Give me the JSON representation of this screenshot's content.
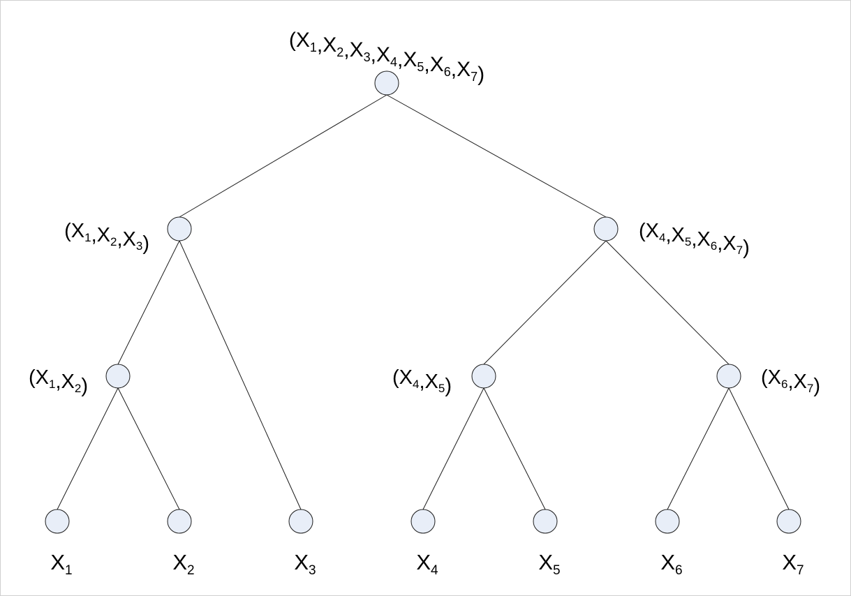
{
  "diagram": {
    "colors": {
      "node_fill": "#e8eef8",
      "edge": "#1a1a1a",
      "text": "#000000",
      "frame": "#cfcfcf"
    },
    "nodes": [
      {
        "id": "root",
        "label": [
          [
            "(",
            ""
          ],
          [
            "X",
            "1"
          ],
          [
            ",X",
            "2"
          ],
          [
            ",X",
            "3"
          ],
          [
            ",X",
            "4"
          ],
          [
            ",X",
            "5"
          ],
          [
            ",X",
            "6"
          ],
          [
            ",X",
            "7"
          ],
          [
            ")",
            ""
          ]
        ]
      },
      {
        "id": "n123",
        "label": [
          [
            "(X",
            "1"
          ],
          [
            ",X",
            "2"
          ],
          [
            ",X",
            "3"
          ],
          [
            ")",
            ""
          ]
        ]
      },
      {
        "id": "n4567",
        "label": [
          [
            "(X",
            "4"
          ],
          [
            ",X",
            "5"
          ],
          [
            ",X",
            "6"
          ],
          [
            ",X",
            "7"
          ],
          [
            ")",
            ""
          ]
        ]
      },
      {
        "id": "n12",
        "label": [
          [
            "(X",
            "1"
          ],
          [
            ",X",
            "2"
          ],
          [
            ")",
            ""
          ]
        ]
      },
      {
        "id": "n45",
        "label": [
          [
            "(X",
            "4"
          ],
          [
            ",X",
            "5"
          ],
          [
            ")",
            ""
          ]
        ]
      },
      {
        "id": "n67",
        "label": [
          [
            "(X",
            "6"
          ],
          [
            ",X",
            "7"
          ],
          [
            ")",
            ""
          ]
        ]
      },
      {
        "id": "x1",
        "label": [
          [
            "X",
            "1"
          ]
        ]
      },
      {
        "id": "x2",
        "label": [
          [
            "X",
            "2"
          ]
        ]
      },
      {
        "id": "x3",
        "label": [
          [
            "X",
            "3"
          ]
        ]
      },
      {
        "id": "x4",
        "label": [
          [
            "X",
            "4"
          ]
        ]
      },
      {
        "id": "x5",
        "label": [
          [
            "X",
            "5"
          ]
        ]
      },
      {
        "id": "x6",
        "label": [
          [
            "X",
            "6"
          ]
        ]
      },
      {
        "id": "x7",
        "label": [
          [
            "X",
            "7"
          ]
        ]
      }
    ],
    "edges": [
      [
        "root",
        "n123"
      ],
      [
        "root",
        "n4567"
      ],
      [
        "n123",
        "n12"
      ],
      [
        "n123",
        "x3"
      ],
      [
        "n12",
        "x1"
      ],
      [
        "n12",
        "x2"
      ],
      [
        "n4567",
        "n45"
      ],
      [
        "n4567",
        "n67"
      ],
      [
        "n45",
        "x4"
      ],
      [
        "n45",
        "x5"
      ],
      [
        "n67",
        "x6"
      ],
      [
        "n67",
        "x7"
      ]
    ]
  }
}
